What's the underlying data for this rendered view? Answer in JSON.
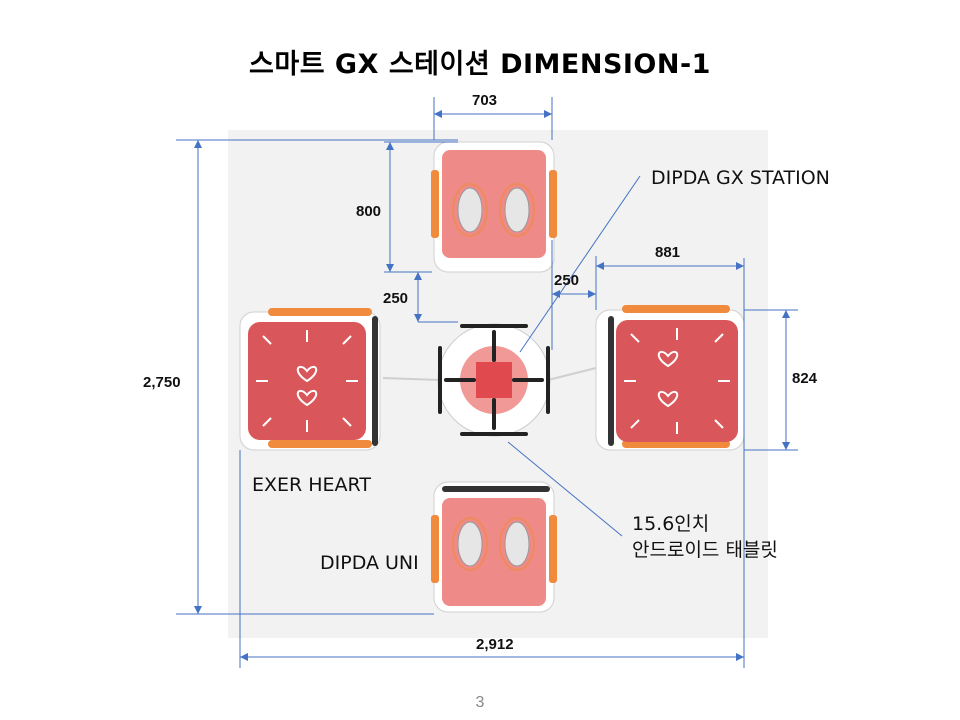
{
  "title": "스마트 GX 스테이션 DIMENSION-1",
  "dimensions": {
    "top_width": "703",
    "top_height": "800",
    "gap_left": "250",
    "gap_right": "250",
    "right_width": "881",
    "right_height": "824",
    "total_height": "2,750",
    "total_width": "2,912"
  },
  "callouts": {
    "station": "DIPDA GX STATION",
    "exer_heart": "EXER HEART",
    "dipda_uni": "DIPDA UNI",
    "tablet_line1": "15.6인치",
    "tablet_line2": "안드로이드 태블릿"
  },
  "page_number": "3",
  "colors": {
    "dimension_line": "#4472c4",
    "device_red": "#d9575a",
    "pad_pink": "#ee8a88",
    "rail_orange": "#f08a3c"
  }
}
